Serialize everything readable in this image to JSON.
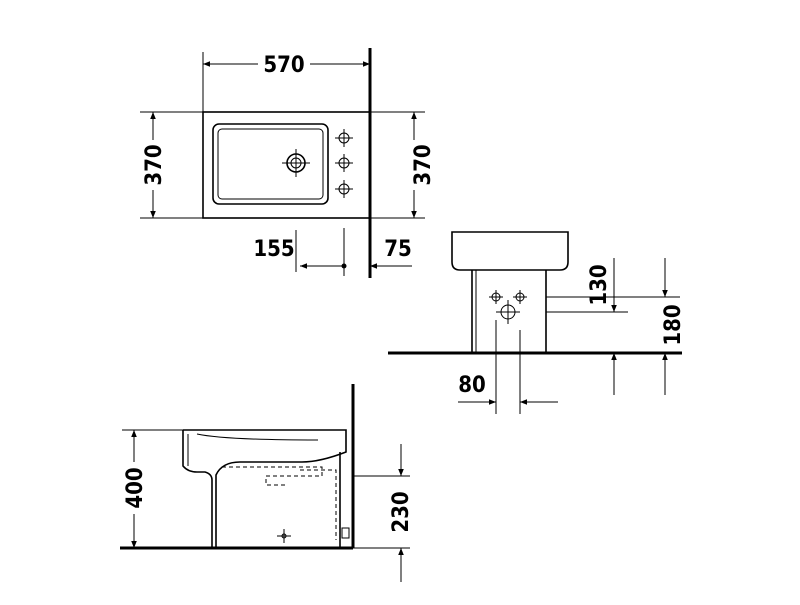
{
  "dimensions": {
    "top_width": "570",
    "top_depth_left": "370",
    "top_depth_right": "370",
    "top_offset_left": "155",
    "top_offset_right": "75",
    "front_height_upper": "130",
    "front_height_total": "180",
    "front_width": "80",
    "side_height": "400",
    "side_outlet": "230"
  }
}
